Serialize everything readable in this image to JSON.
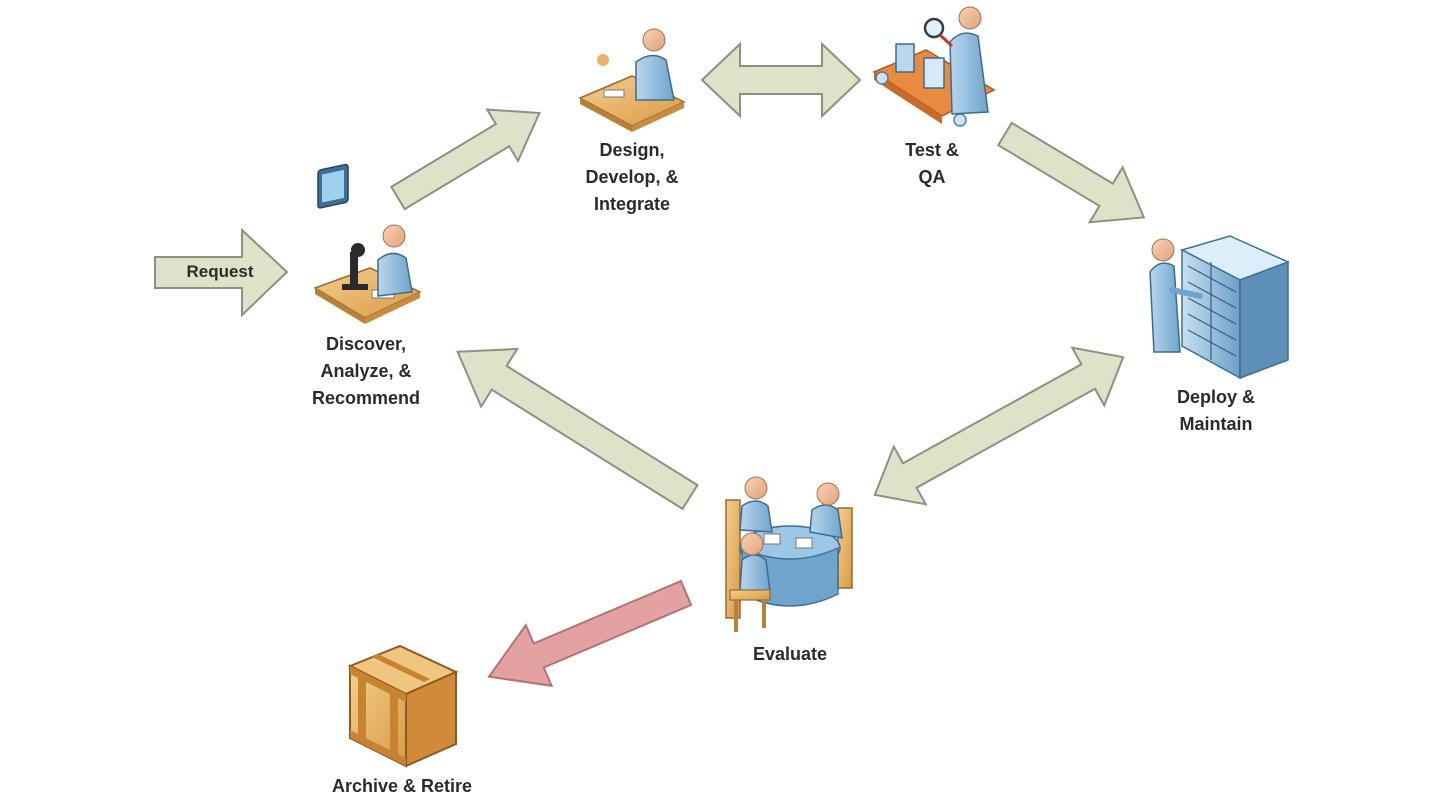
{
  "stages": {
    "request": "Request",
    "discover": "Discover,\nAnalyze, &\nRecommend",
    "design": "Design,\nDevelop, &\nIntegrate",
    "test": "Test &\nQA",
    "deploy": "Deploy &\nMaintain",
    "evaluate": "Evaluate",
    "archive": "Archive & Retire"
  },
  "icons": {
    "discover": "analyst-microscope-icon",
    "design": "developer-desk-icon",
    "test": "qa-inspector-icon",
    "deploy": "server-rack-icon",
    "evaluate": "meeting-table-icon",
    "archive": "crate-icon"
  },
  "colors": {
    "arrow_fill": "#dde3c9",
    "arrow_stroke": "#8c9180",
    "retire_fill": "#e3a1a1",
    "retire_stroke": "#b07474",
    "person": "#9dc3e0",
    "desk": "#e8b36a",
    "crate": "#d9953f"
  }
}
